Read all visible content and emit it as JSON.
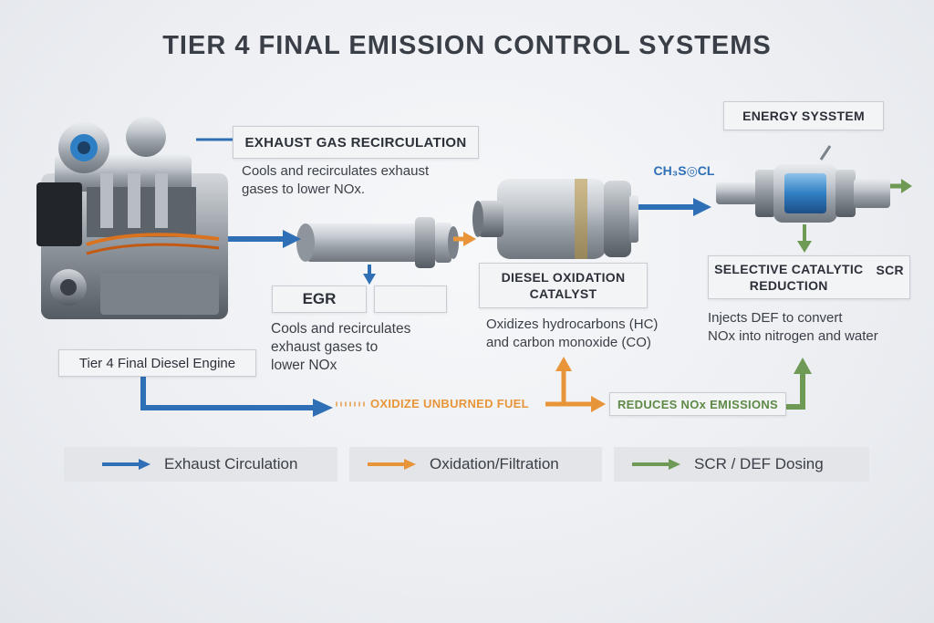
{
  "title": "TIER 4 FINAL EMISSION CONTROL SYSTEMS",
  "components": {
    "exhaust_gas_recirculation": {
      "label": "EXHAUST GAS RECIRCULATION",
      "description_lines": [
        "Cools and recirculates exhaust",
        "gases to lower NOx."
      ]
    },
    "egr": {
      "label": "EGR",
      "description_lines": [
        "Cools and recirculates",
        "exhaust gases to",
        "lower NOx"
      ]
    },
    "diesel_oxidation_catalyst": {
      "label_lines": [
        "DIESEL OXIDATION",
        "CATALYST"
      ],
      "description_lines": [
        "Oxidizes hydrocarbons (HC)",
        "and carbon monoxide (CO)"
      ]
    },
    "energy_system": {
      "label": "ENERGY SYSSTEM"
    },
    "chem_label": "CH₃S◎CL",
    "scr": {
      "label_lines": [
        "SELECTIVE CATALYTIC",
        "REDUCTION"
      ],
      "tag": "SCR",
      "description_lines": [
        "Injects DEF to convert",
        "NOx into nitrogen and water"
      ]
    },
    "engine": {
      "label": "Tier 4 Final Diesel Engine"
    }
  },
  "flow_labels": {
    "oxidize": "OXIDIZE UNBURNED FUEL",
    "reduces": "REDUCES NOx EMISSIONS"
  },
  "legend": [
    {
      "label": "Exhaust Circulation",
      "color": "#2f6fb5"
    },
    {
      "label": "Oxidation/Filtration",
      "color": "#e8953a"
    },
    {
      "label": "SCR / DEF Dosing",
      "color": "#6e9a55"
    }
  ],
  "colors": {
    "exhaust": "#2f6fb5",
    "oxidation": "#e8953a",
    "scr": "#6e9a55"
  }
}
